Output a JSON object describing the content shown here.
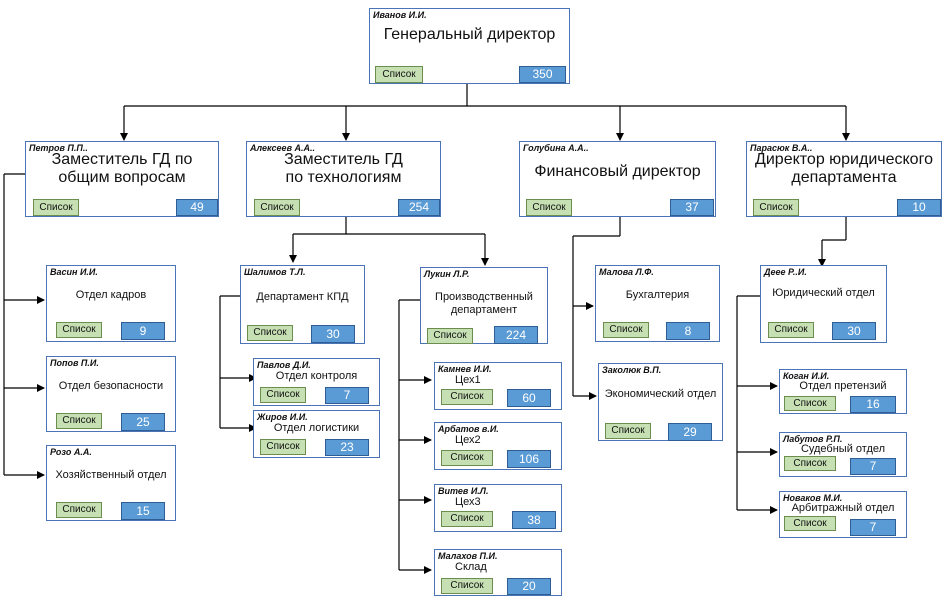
{
  "list_label": "Список",
  "nodes": {
    "gd": {
      "manager": "Иванов И.И.",
      "title": "Генеральный директор",
      "count": "350"
    },
    "zam_general": {
      "manager": "Петров П.П..",
      "title": "Заместитель ГД по общим вопросам",
      "count": "49"
    },
    "zam_tech": {
      "manager": "Алексеев А.А..",
      "title": "Заместитель ГД по технологиям",
      "count": "254"
    },
    "fin_dir": {
      "manager": "Голубина А.А..",
      "title": "Финансовый директор",
      "count": "37"
    },
    "legal_dir": {
      "manager": "Парасюк В.А..",
      "title": "Директор юридического департамента",
      "count": "10"
    },
    "hr": {
      "manager": "Васин И.И.",
      "title": "Отдел кадров",
      "count": "9"
    },
    "security": {
      "manager": "Попов П.И.",
      "title": "Отдел безопасности",
      "count": "25"
    },
    "household": {
      "manager": "Розо А.А.",
      "title": "Хозяйственный отдел",
      "count": "15"
    },
    "kpd": {
      "manager": "Шалимов Т.Л.",
      "title": "Департамент  КПД",
      "count": "30"
    },
    "control": {
      "manager": "Павлов Д.И.",
      "title": "Отдел контроля",
      "count": "7"
    },
    "logistics": {
      "manager": "Жиров И.И.",
      "title": "Отдел логистики",
      "count": "23"
    },
    "production": {
      "manager": "Лукин Л.Р.",
      "title": "Производственный департамент",
      "count": "224"
    },
    "ceh1": {
      "manager": "Камнев И.И.",
      "title": "Цех1",
      "count": "60"
    },
    "ceh2": {
      "manager": "Арбатов в.И.",
      "title": "Цех2",
      "count": "106"
    },
    "ceh3": {
      "manager": "Витев И.Л.",
      "title": "Цех3",
      "count": "38"
    },
    "warehouse": {
      "manager": "Малахов П.И.",
      "title": "Склад",
      "count": "20"
    },
    "accounting": {
      "manager": "Малова Л.Ф.",
      "title": "Бухгалтерия",
      "count": "8"
    },
    "economic": {
      "manager": "Заколюк В.П.",
      "title": "Экономический отдел",
      "count": "29"
    },
    "legal": {
      "manager": "Деее Р..И.",
      "title": "Юридический  отдел",
      "count": "30"
    },
    "claims": {
      "manager": "Коган И.И.",
      "title": "Отдел претензий",
      "count": "16"
    },
    "court": {
      "manager": "Лабутов Р.П.",
      "title": "Судебный  отдел",
      "count": "7"
    },
    "arbitration": {
      "manager": "Новаков М.И.",
      "title": "Арбитражный  отдел",
      "count": "7"
    }
  }
}
